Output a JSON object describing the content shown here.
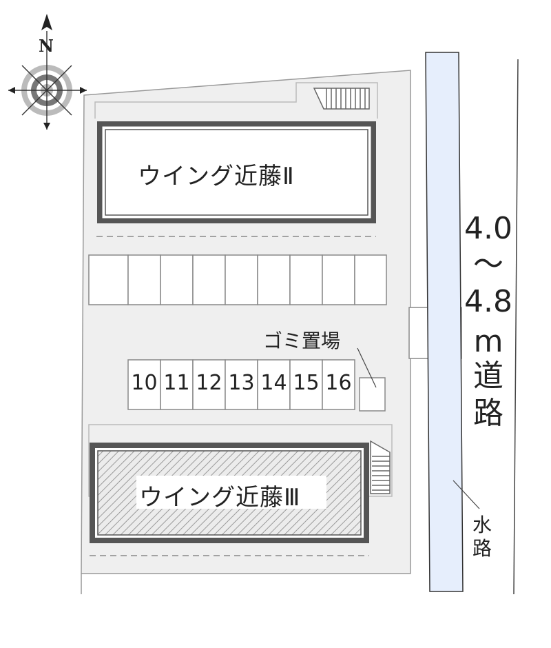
{
  "compass": {
    "north_label": "N"
  },
  "buildings": {
    "top_name": "ウイング近藤Ⅱ",
    "bottom_name": "ウイング近藤Ⅲ"
  },
  "parking": {
    "upper_row_count": 9,
    "lower_row_numbers": [
      "10",
      "11",
      "12",
      "13",
      "14",
      "15",
      "16"
    ]
  },
  "garbage": {
    "label": "ゴミ置場"
  },
  "road": {
    "width_top": "4.0",
    "tilde": "～",
    "width_bottom": "4.8",
    "unit": "m",
    "word1": "道",
    "word2": "路"
  },
  "waterway": {
    "word1": "水",
    "word2": "路"
  },
  "colors": {
    "lot": "#efefef",
    "outline": "#999999",
    "building_frame": "#555555",
    "waterway": "#e6eefc"
  }
}
